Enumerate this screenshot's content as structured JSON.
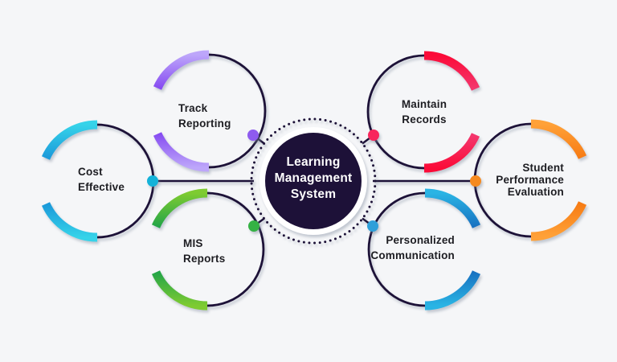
{
  "title": {
    "text": "Learning\nManagement\nSystem"
  },
  "center": {
    "bg": "#1d1138",
    "white_ring": "#ffffff",
    "dot_ring_color": "#1d1238"
  },
  "canvas": {
    "background": "#f5f6f8",
    "line_color": "#1d1238"
  },
  "nodes": [
    {
      "id": "cost-effective",
      "label": "Cost\nEffective",
      "gradient_from": "#36d3e9",
      "gradient_to": "#168fd7",
      "dot_color": "#14b2d9"
    },
    {
      "id": "track-reporting",
      "label": "Track\nReporting",
      "gradient_from": "#bda6fa",
      "gradient_to": "#7d3cf0",
      "dot_color": "#8e5bef"
    },
    {
      "id": "mis-reports",
      "label": "MIS\nReports",
      "gradient_from": "#7ecb31",
      "gradient_to": "#149e4c",
      "dot_color": "#35b244"
    },
    {
      "id": "maintain-records",
      "label": "Maintain\nRecords",
      "gradient_from": "#fb0b38",
      "gradient_to": "#f23f78",
      "dot_color": "#f8265c"
    },
    {
      "id": "personalized-communication",
      "label": "Personalized\nCommunication",
      "gradient_from": "#2ab4e4",
      "gradient_to": "#1566bb",
      "dot_color": "#2e9fd9"
    },
    {
      "id": "student-performance-evaluation",
      "label": "Student\nPerformance\nEvaluation",
      "gradient_from": "#ffa138",
      "gradient_to": "#f5750e",
      "dot_color": "#f68a1f"
    }
  ]
}
